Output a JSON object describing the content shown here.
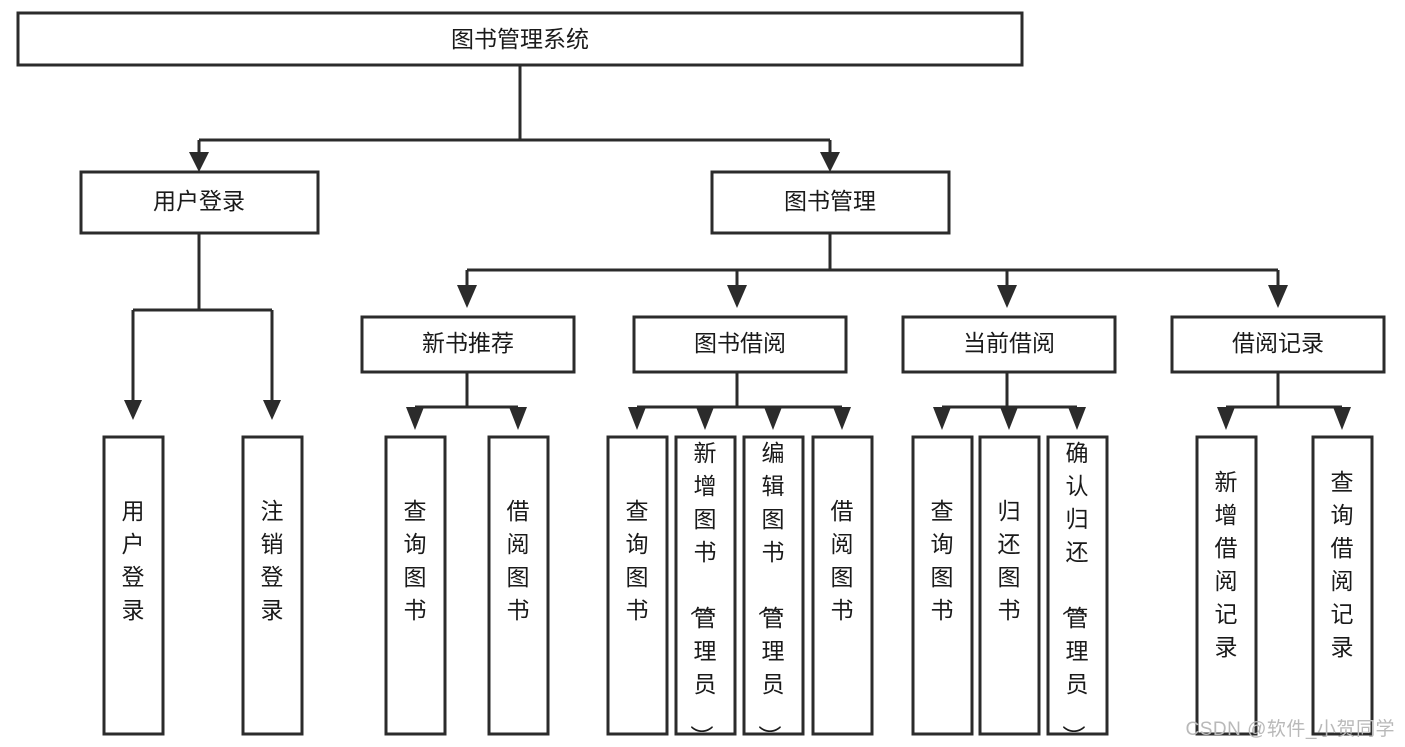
{
  "diagram": {
    "title": "图书管理系统",
    "type": "tree-hierarchy",
    "orientation": "top-down",
    "colors": {
      "stroke": "#2b2b2b",
      "fill": "#ffffff",
      "text": "#1a1a1a",
      "watermark": "#b9b9b9",
      "background": "#ffffff"
    },
    "root": {
      "label": "图书管理系统"
    },
    "level2": [
      {
        "label": "用户登录"
      },
      {
        "label": "图书管理"
      }
    ],
    "level3": [
      {
        "label": "新书推荐"
      },
      {
        "label": "图书借阅"
      },
      {
        "label": "当前借阅"
      },
      {
        "label": "借阅记录"
      }
    ],
    "leaves": {
      "user_login": [
        {
          "label": "用户登录"
        },
        {
          "label": "注销登录"
        }
      ],
      "new_book_recommend": [
        {
          "label": "查询图书"
        },
        {
          "label": "借阅图书"
        }
      ],
      "book_borrow": [
        {
          "label": "查询图书"
        },
        {
          "label": "新增图书（管理员）"
        },
        {
          "label": "编辑图书（管理员）"
        },
        {
          "label": "借阅图书"
        }
      ],
      "current_borrow": [
        {
          "label": "查询图书"
        },
        {
          "label": "归还图书"
        },
        {
          "label": "确认归还（管理员）"
        }
      ],
      "borrow_record": [
        {
          "label": "新增借阅记录"
        },
        {
          "label": "查询借阅记录"
        }
      ]
    }
  },
  "watermark": {
    "text": "CSDN @软件_小贺同学"
  }
}
